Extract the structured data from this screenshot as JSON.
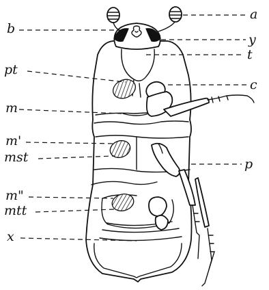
{
  "figure": {
    "labels": {
      "a": "a",
      "b": "b",
      "y": "y",
      "t": "t",
      "pt": "pt",
      "c": "c",
      "m": "m",
      "m1": "m'",
      "mst": "mst",
      "p": "p",
      "m2": "m\"",
      "mtt": "mtt",
      "x": "x"
    }
  }
}
